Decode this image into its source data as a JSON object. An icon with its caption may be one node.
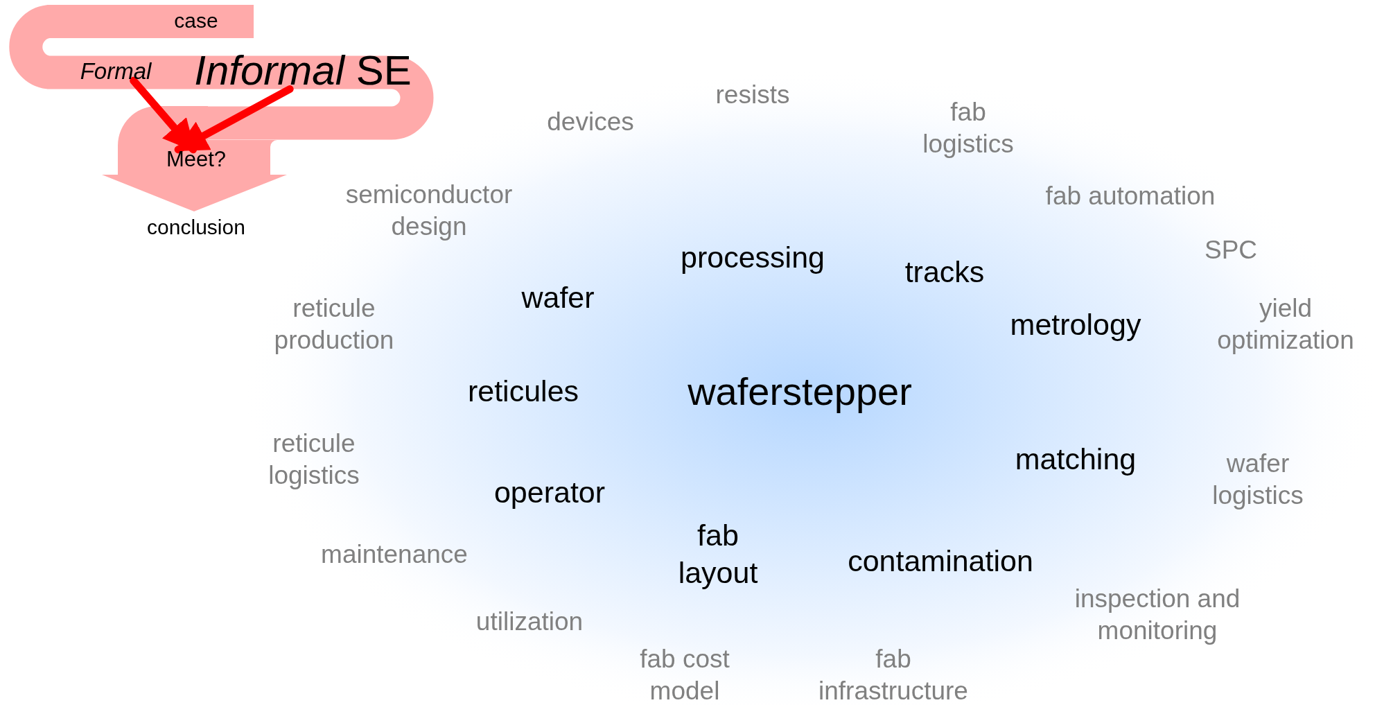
{
  "diagram": {
    "nodes": [
      {
        "text": [
          "Formal"
        ]
      },
      {
        "text": [
          "*Informal* SE"
        ]
      },
      {
        "text": [
          "Meet?"
        ]
      }
    ],
    "edges": [
      {
        "from": 0,
        "to": 2,
        "arrow": "to"
      },
      {
        "from": 1,
        "to": 2,
        "arrow": "to"
      }
    ],
    "labels": [
      "case",
      "conclusion",
      "resists",
      "devices",
      "fab logistics",
      "semiconductor design",
      "fab automation",
      "processing",
      "SPC",
      "tracks",
      "wafer",
      "reticule production",
      "metrology",
      "yield optimization",
      "reticules",
      "waferstepper",
      "reticule logistics",
      "matching",
      "wafer logistics",
      "operator",
      "fab layout",
      "maintenance",
      "contamination",
      "inspection and monitoring",
      "utilization",
      "fab cost model",
      "fab infrastructure"
    ]
  }
}
